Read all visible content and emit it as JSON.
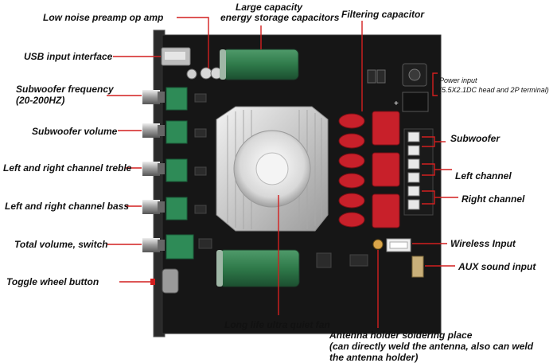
{
  "annotations": {
    "preamp": "Low noise preamp op amp",
    "capacitors_line1": "Large capacity",
    "capacitors_line2": "energy storage capacitors",
    "filtering": "Filtering capacitor",
    "usb": "USB input interface",
    "sub_freq_line1": "Subwoofer frequency",
    "sub_freq_line2": "(20-200HZ)",
    "sub_volume": "Subwoofer volume",
    "treble": "Left and right channel treble",
    "bass": "Left and right channel bass",
    "total_volume": "Total volume, switch",
    "toggle": "Toggle wheel button",
    "power_line1": "Power input",
    "power_line2": "(5.5X2.1DC head and 2P terminal)",
    "subwoofer": "Subwoofer",
    "left_channel": "Left channel",
    "right_channel": "Right channel",
    "wireless": "Wireless Input",
    "aux": "AUX sound input",
    "fan": "Long life ultra quiet fan",
    "antenna_line1": "Antenna holder soldering place",
    "antenna_line2": "(can directly weld the antenna, also can weld",
    "antenna_line3": "the antenna holder)"
  },
  "colors": {
    "board": "#161616",
    "pointer": "#d21f1f",
    "capacitor": "#2f7a4a",
    "inductor_box": "#c8202a",
    "pot_block": "#2e8b57",
    "heatsink": "#cfcfcf"
  },
  "icons": [
    "usb-port",
    "knob",
    "capacitor",
    "heatsink-fan",
    "inductor-coil",
    "speaker-terminal",
    "dc-jack",
    "aux-jack",
    "antenna-pad",
    "toggle-wheel"
  ]
}
